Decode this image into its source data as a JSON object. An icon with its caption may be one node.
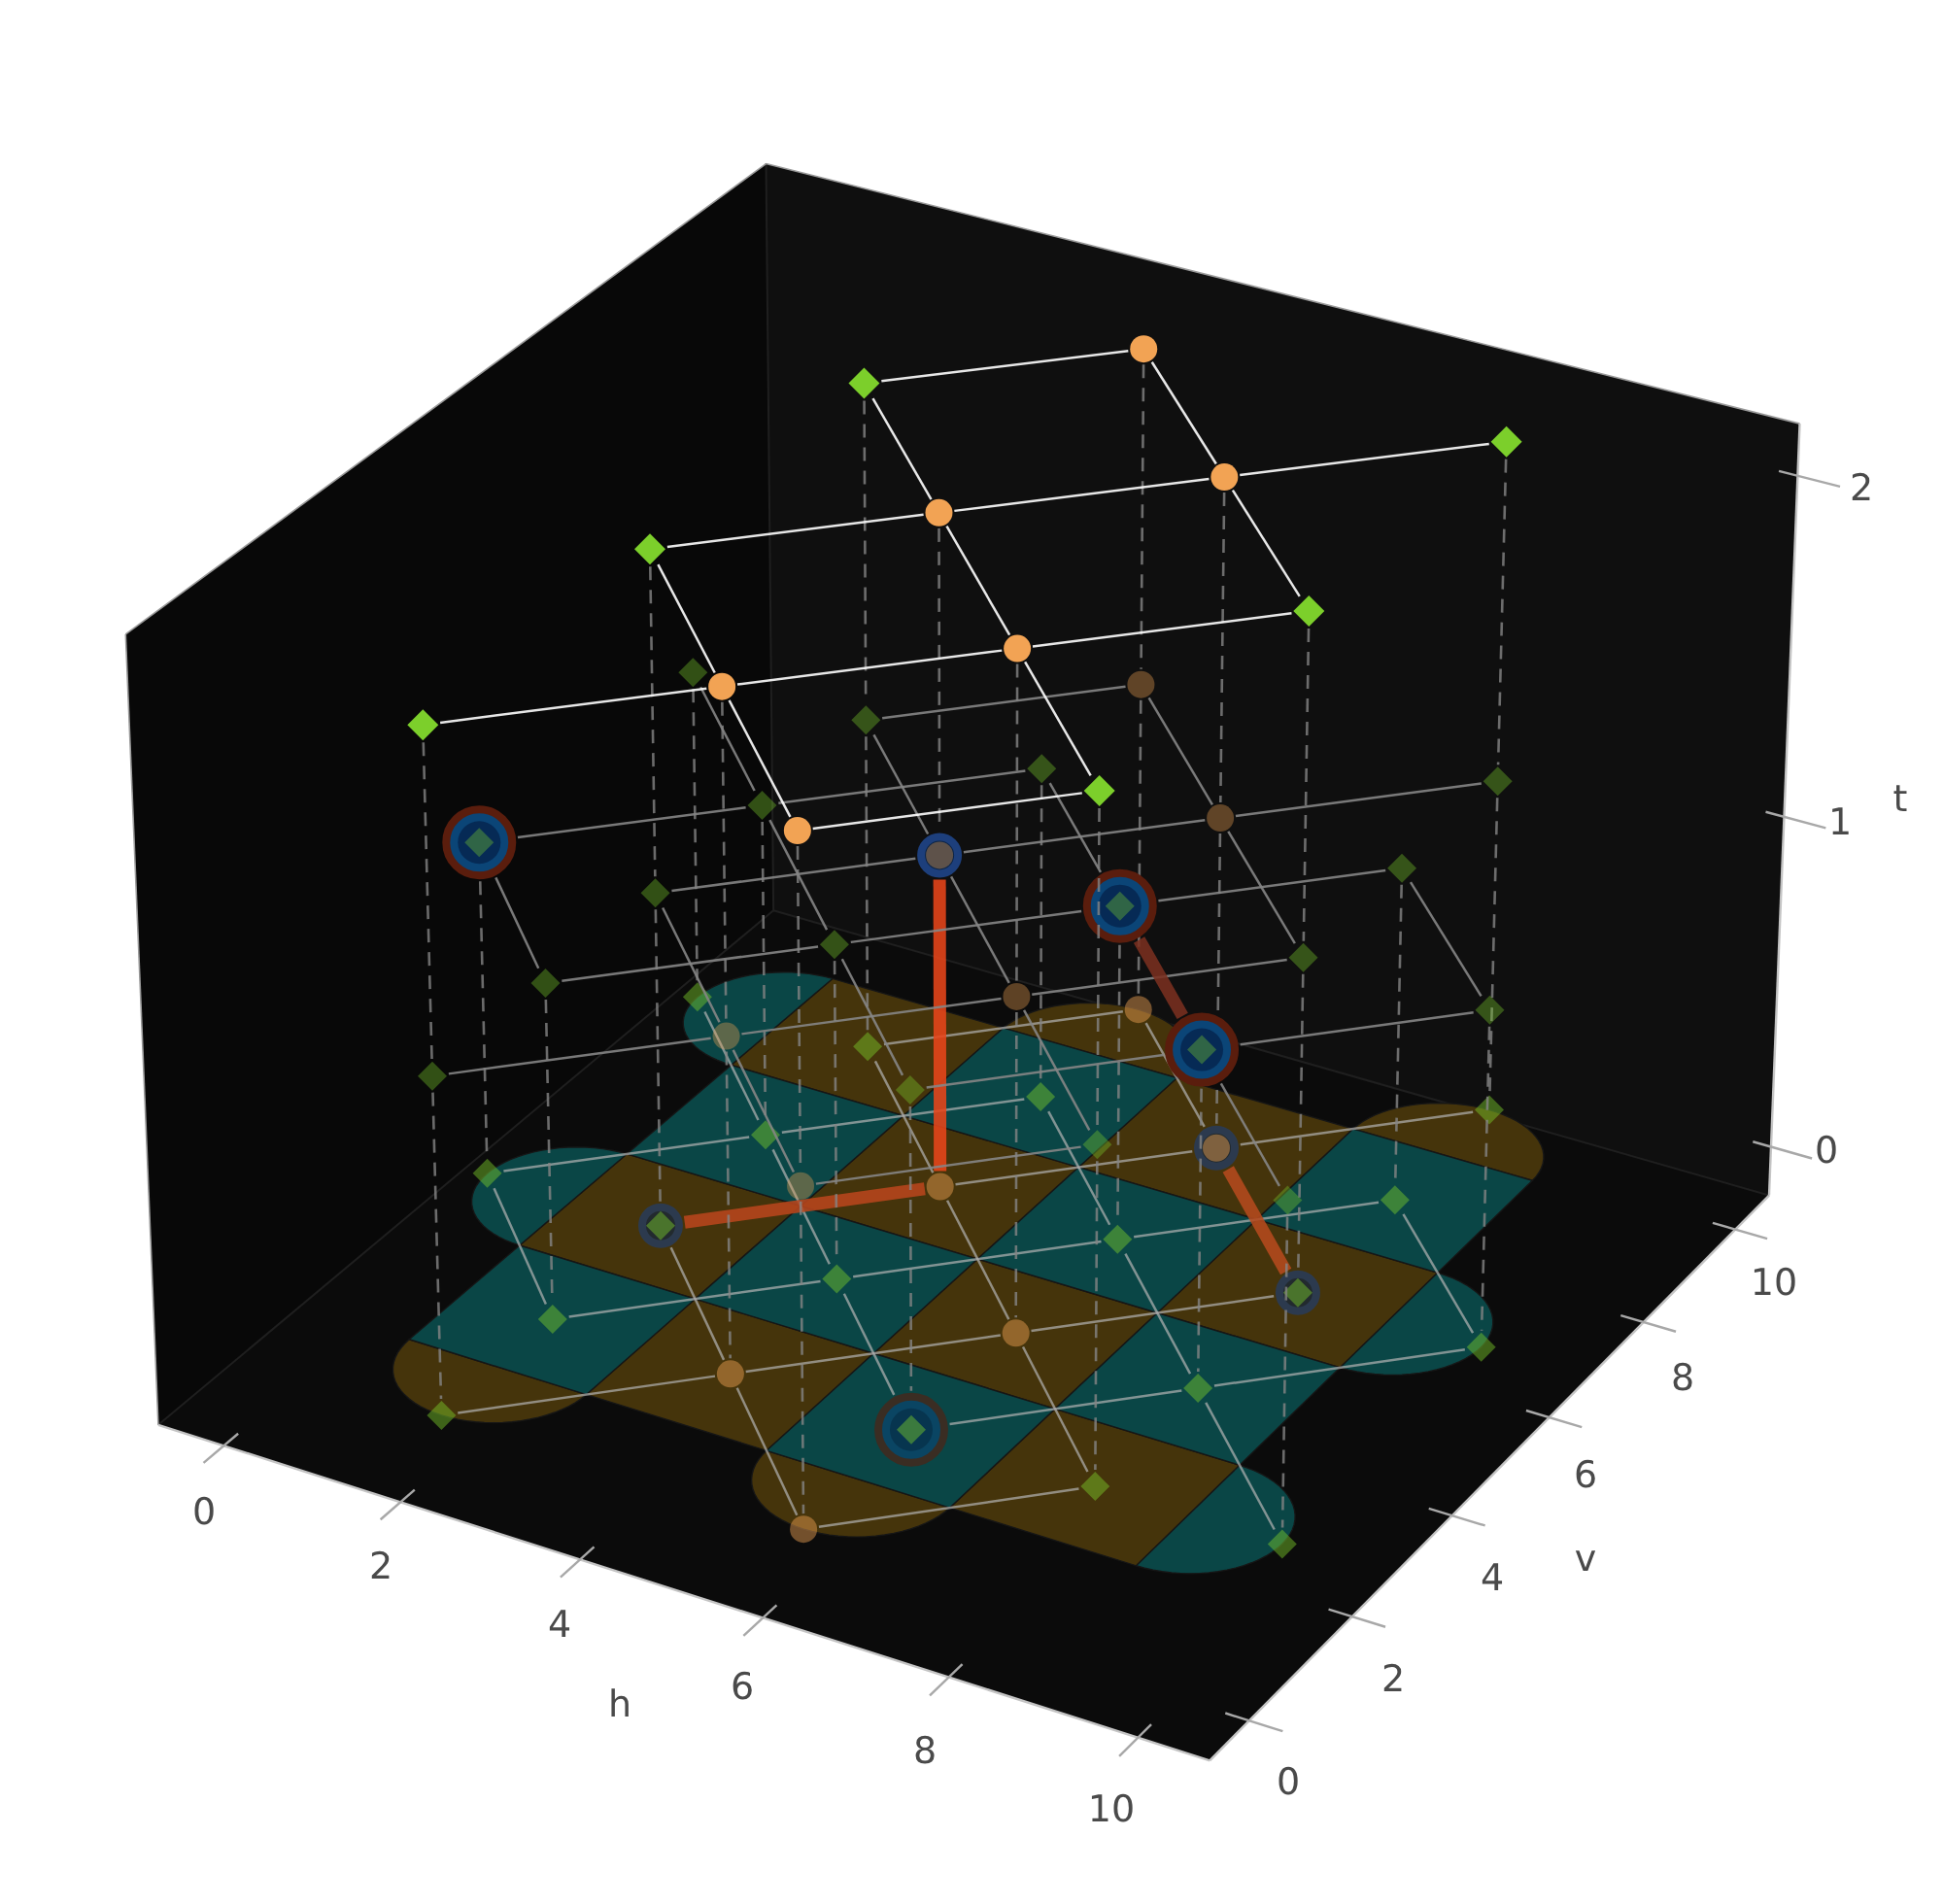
{
  "diagram": {
    "nodes": [
      {
        "text": [],
        "shape": "diamond"
      },
      {
        "text": [],
        "shape": "diamond"
      },
      {
        "text": [],
        "shape": "diamond"
      },
      {
        "text": [],
        "shape": "circle"
      },
      {
        "text": [],
        "shape": "circle"
      },
      {
        "text": [],
        "shape": "circle"
      },
      {
        "text": [],
        "shape": "circle"
      },
      {
        "text": [],
        "shape": "circle"
      },
      {
        "text": [],
        "shape": "circle"
      },
      {
        "text": [],
        "shape": "diamond"
      },
      {
        "text": [],
        "shape": "diamond"
      },
      {
        "text": [],
        "shape": "diamond"
      },
      {
        "text": [],
        "shape": "diamond"
      },
      {
        "text": [],
        "shape": "diamond"
      },
      {
        "text": [],
        "shape": "diamond"
      },
      {
        "text": [],
        "shape": "circle"
      },
      {
        "text": [],
        "shape": "circle"
      },
      {
        "text": [],
        "shape": "circle"
      },
      {
        "text": [],
        "shape": "circle"
      },
      {
        "text": [],
        "shape": "circle"
      },
      {
        "text": [],
        "shape": "circle"
      },
      {
        "text": [],
        "shape": "diamond"
      },
      {
        "text": [],
        "shape": "diamond"
      },
      {
        "text": [],
        "shape": "diamond"
      },
      {
        "text": [],
        "shape": "diamond"
      },
      {
        "text": [],
        "shape": "diamond"
      },
      {
        "text": [],
        "shape": "diamond"
      },
      {
        "text": [],
        "shape": "diamond"
      },
      {
        "text": [],
        "shape": "diamond"
      },
      {
        "text": [],
        "shape": "diamond"
      },
      {
        "text": [],
        "shape": "diamond"
      },
      {
        "text": [],
        "shape": "diamond"
      },
      {
        "text": [],
        "shape": "diamond"
      },
      {
        "text": [],
        "shape": "diamond"
      },
      {
        "text": [],
        "shape": "diamond"
      },
      {
        "text": [],
        "shape": "diamond"
      },
      {
        "text": [],
        "shape": "diamond"
      },
      {
        "text": [],
        "shape": "diamond"
      },
      {
        "text": [],
        "shape": "diamond"
      },
      {
        "text": [],
        "shape": "circle"
      },
      {
        "text": [],
        "shape": "circle"
      },
      {
        "text": [],
        "shape": "circle"
      },
      {
        "text": [],
        "shape": "circle"
      },
      {
        "text": [],
        "shape": "circle"
      },
      {
        "text": [],
        "shape": "circle"
      },
      {
        "text": [],
        "shape": "diamond"
      },
      {
        "text": [],
        "shape": "diamond"
      },
      {
        "text": [],
        "shape": "diamond"
      },
      {
        "text": [],
        "shape": "diamond"
      },
      {
        "text": [],
        "shape": "diamond"
      },
      {
        "text": [],
        "shape": "diamond"
      },
      {
        "text": [],
        "shape": "diamond"
      },
      {
        "text": [],
        "shape": "diamond"
      },
      {
        "text": [],
        "shape": "diamond"
      },
      {
        "text": [],
        "shape": "diamond"
      },
      {
        "text": [],
        "shape": "diamond"
      },
      {
        "text": [],
        "shape": "diamond"
      },
      {
        "text": [],
        "shape": "diamond"
      },
      {
        "text": [],
        "shape": "diamond"
      },
      {
        "text": [],
        "shape": "diamond"
      }
    ],
    "edges": [
      {
        "from": 0,
        "to": 3,
        "arrow": "none",
        "color": "#ffffff"
      },
      {
        "from": 3,
        "to": 6,
        "arrow": "none",
        "color": "#ffffff"
      },
      {
        "from": 6,
        "to": 9,
        "arrow": "none",
        "color": "#ffffff"
      },
      {
        "from": 1,
        "to": 3,
        "arrow": "none",
        "color": "#ffffff"
      },
      {
        "from": 1,
        "to": 4,
        "arrow": "none",
        "color": "#ffffff"
      },
      {
        "from": 2,
        "to": 4,
        "arrow": "none",
        "color": "#ffffff"
      },
      {
        "from": 2,
        "to": 5,
        "arrow": "none",
        "color": "#ffffff"
      },
      {
        "from": 3,
        "to": 7,
        "arrow": "none",
        "color": "#ffffff"
      },
      {
        "from": 4,
        "to": 7,
        "arrow": "none",
        "color": "#ffffff"
      },
      {
        "from": 4,
        "to": 8,
        "arrow": "none",
        "color": "#ffffff"
      },
      {
        "from": 5,
        "to": 8,
        "arrow": "none",
        "color": "#ffffff"
      },
      {
        "from": 7,
        "to": 9,
        "arrow": "none",
        "color": "#ffffff"
      },
      {
        "from": 7,
        "to": 10,
        "arrow": "none",
        "color": "#ffffff"
      },
      {
        "from": 8,
        "to": 10,
        "arrow": "none",
        "color": "#ffffff"
      },
      {
        "from": 8,
        "to": 11,
        "arrow": "none",
        "color": "#ffffff"
      },
      {
        "from": 12,
        "to": 15,
        "arrow": "none"
      },
      {
        "from": 15,
        "to": 18,
        "arrow": "none"
      },
      {
        "from": 18,
        "to": 21,
        "arrow": "none"
      },
      {
        "from": 13,
        "to": 15,
        "arrow": "none"
      },
      {
        "from": 13,
        "to": 16,
        "arrow": "none"
      },
      {
        "from": 14,
        "to": 16,
        "arrow": "none"
      },
      {
        "from": 14,
        "to": 17,
        "arrow": "none"
      },
      {
        "from": 15,
        "to": 19,
        "arrow": "none"
      },
      {
        "from": 16,
        "to": 19,
        "arrow": "none"
      },
      {
        "from": 16,
        "to": 20,
        "arrow": "none"
      },
      {
        "from": 17,
        "to": 20,
        "arrow": "none"
      },
      {
        "from": 19,
        "to": 21,
        "arrow": "none"
      },
      {
        "from": 19,
        "to": 22,
        "arrow": "none"
      },
      {
        "from": 20,
        "to": 22,
        "arrow": "none"
      },
      {
        "from": 20,
        "to": 23,
        "arrow": "none"
      },
      {
        "from": 24,
        "to": 26,
        "arrow": "none"
      },
      {
        "from": 24,
        "to": 27,
        "arrow": "none"
      },
      {
        "from": 25,
        "to": 27,
        "arrow": "none"
      },
      {
        "from": 26,
        "to": 28,
        "arrow": "none"
      },
      {
        "from": 27,
        "to": 28,
        "arrow": "none"
      },
      {
        "from": 27,
        "to": 29,
        "arrow": "none"
      },
      {
        "from": 28,
        "to": 30,
        "arrow": "none"
      },
      {
        "from": 28,
        "to": 31,
        "arrow": "none"
      },
      {
        "from": 29,
        "to": 31,
        "arrow": "none"
      },
      {
        "from": 30,
        "to": 32,
        "arrow": "none"
      },
      {
        "from": 31,
        "to": 33,
        "arrow": "none"
      },
      {
        "from": 32,
        "to": 34,
        "arrow": "none"
      },
      {
        "from": 32,
        "to": 35,
        "arrow": "none"
      },
      {
        "from": 33,
        "to": 35,
        "arrow": "none"
      },
      {
        "from": 36,
        "to": 39,
        "arrow": "none",
        "color": "#b3b3b3"
      },
      {
        "from": 39,
        "to": 42,
        "arrow": "none",
        "color": "#b3b3b3"
      },
      {
        "from": 42,
        "to": 45,
        "arrow": "none",
        "color": "#b3b3b3"
      },
      {
        "from": 37,
        "to": 39,
        "arrow": "none",
        "color": "#b3b3b3"
      },
      {
        "from": 38,
        "to": 40,
        "arrow": "none",
        "color": "#b3b3b3"
      },
      {
        "from": 38,
        "to": 41,
        "arrow": "none",
        "color": "#b3b3b3"
      },
      {
        "from": 39,
        "to": 43,
        "arrow": "none",
        "color": "#b3b3b3"
      },
      {
        "from": 40,
        "to": 43,
        "arrow": "none",
        "color": "#b3b3b3"
      },
      {
        "from": 40,
        "to": 44,
        "arrow": "none",
        "color": "#b3b3b3"
      },
      {
        "from": 41,
        "to": 44,
        "arrow": "none",
        "color": "#b3b3b3"
      },
      {
        "from": 43,
        "to": 45,
        "arrow": "none",
        "color": "#b3b3b3"
      },
      {
        "from": 43,
        "to": 46,
        "arrow": "none",
        "color": "#b3b3b3"
      },
      {
        "from": 44,
        "to": 47,
        "arrow": "none",
        "color": "#b3b3b3"
      },
      {
        "from": 48,
        "to": 50,
        "arrow": "none",
        "color": "#b3b3b3"
      },
      {
        "from": 48,
        "to": 51,
        "arrow": "none",
        "color": "#b3b3b3"
      },
      {
        "from": 49,
        "to": 51,
        "arrow": "none",
        "color": "#b3b3b3"
      },
      {
        "from": 50,
        "to": 52,
        "arrow": "none",
        "color": "#b3b3b3"
      },
      {
        "from": 51,
        "to": 52,
        "arrow": "none",
        "color": "#b3b3b3"
      },
      {
        "from": 51,
        "to": 53,
        "arrow": "none",
        "color": "#b3b3b3"
      },
      {
        "from": 52,
        "to": 54,
        "arrow": "none",
        "color": "#b3b3b3"
      },
      {
        "from": 52,
        "to": 55,
        "arrow": "none",
        "color": "#b3b3b3"
      },
      {
        "from": 53,
        "to": 55,
        "arrow": "none",
        "color": "#b3b3b3"
      },
      {
        "from": 54,
        "to": 56,
        "arrow": "none",
        "color": "#b3b3b3"
      },
      {
        "from": 55,
        "to": 56,
        "arrow": "none",
        "color": "#b3b3b3"
      },
      {
        "from": 55,
        "to": 57,
        "arrow": "none",
        "color": "#b3b3b3"
      },
      {
        "from": 56,
        "to": 58,
        "arrow": "none",
        "color": "#b3b3b3"
      },
      {
        "from": 56,
        "to": 59,
        "arrow": "none",
        "color": "#b3b3b3"
      },
      {
        "from": 57,
        "to": 59,
        "arrow": "none",
        "color": "#b3b3b3"
      },
      {
        "from": 0,
        "to": 12,
        "arrow": "none",
        "style": "dashed"
      },
      {
        "from": 1,
        "to": 13,
        "arrow": "none",
        "style": "dashed"
      },
      {
        "from": 2,
        "to": 14,
        "arrow": "none",
        "style": "dashed"
      },
      {
        "from": 3,
        "to": 15,
        "arrow": "none",
        "style": "dashed"
      },
      {
        "from": 4,
        "to": 16,
        "arrow": "none",
        "style": "dashed"
      },
      {
        "from": 5,
        "to": 17,
        "arrow": "none",
        "style": "dashed"
      },
      {
        "from": 6,
        "to": 18,
        "arrow": "none",
        "style": "dashed"
      },
      {
        "from": 7,
        "to": 19,
        "arrow": "none",
        "style": "dashed"
      },
      {
        "from": 8,
        "to": 20,
        "arrow": "none",
        "style": "dashed"
      },
      {
        "from": 9,
        "to": 21,
        "arrow": "none",
        "style": "dashed"
      },
      {
        "from": 10,
        "to": 22,
        "arrow": "none",
        "style": "dashed"
      },
      {
        "from": 11,
        "to": 23,
        "arrow": "none",
        "style": "dashed"
      },
      {
        "from": 12,
        "to": 36,
        "arrow": "none",
        "style": "dashed"
      },
      {
        "from": 13,
        "to": 37,
        "arrow": "none",
        "style": "dashed"
      },
      {
        "from": 14,
        "to": 38,
        "arrow": "none",
        "style": "dashed"
      },
      {
        "from": 15,
        "to": 39,
        "arrow": "none",
        "style": "dashed"
      },
      {
        "from": 17,
        "to": 41,
        "arrow": "none",
        "style": "dashed"
      },
      {
        "from": 18,
        "to": 42,
        "arrow": "none",
        "style": "dashed"
      },
      {
        "from": 19,
        "to": 43,
        "arrow": "none",
        "style": "dashed"
      },
      {
        "from": 20,
        "to": 44,
        "arrow": "none",
        "style": "dashed"
      },
      {
        "from": 21,
        "to": 45,
        "arrow": "none",
        "style": "dashed"
      },
      {
        "from": 22,
        "to": 46,
        "arrow": "none",
        "style": "dashed"
      },
      {
        "from": 23,
        "to": 47,
        "arrow": "none",
        "style": "dashed"
      },
      {
        "from": 24,
        "to": 48,
        "arrow": "none",
        "style": "dashed"
      },
      {
        "from": 25,
        "to": 49,
        "arrow": "none",
        "style": "dashed"
      },
      {
        "from": 26,
        "to": 50,
        "arrow": "none",
        "style": "dashed"
      },
      {
        "from": 27,
        "to": 51,
        "arrow": "none",
        "style": "dashed"
      },
      {
        "from": 28,
        "to": 52,
        "arrow": "none",
        "style": "dashed"
      },
      {
        "from": 29,
        "to": 53,
        "arrow": "none",
        "style": "dashed"
      },
      {
        "from": 30,
        "to": 54,
        "arrow": "none",
        "style": "dashed"
      },
      {
        "from": 31,
        "to": 55,
        "arrow": "none",
        "style": "dashed"
      },
      {
        "from": 32,
        "to": 56,
        "arrow": "none",
        "style": "dashed"
      },
      {
        "from": 33,
        "to": 57,
        "arrow": "none",
        "style": "dashed"
      },
      {
        "from": 34,
        "to": 58,
        "arrow": "none",
        "style": "dashed"
      },
      {
        "from": 35,
        "to": 59,
        "arrow": "none",
        "style": "dashed"
      },
      {
        "from": 16,
        "to": 40,
        "arrow": "none",
        "style": "thick",
        "color": "#e8461a"
      },
      {
        "from": 40,
        "to": 37,
        "arrow": "none",
        "style": "thick",
        "color": "#b8461c"
      },
      {
        "from": 44,
        "to": 46,
        "arrow": "none",
        "style": "thick",
        "color": "#b54a1e"
      },
      {
        "from": 31,
        "to": 32,
        "arrow": "none",
        "style": "thick",
        "color": "#7a3020"
      }
    ],
    "labels": [
      "0",
      "2",
      "4",
      "6",
      "8",
      "10",
      "h",
      "0",
      "2",
      "4",
      "6",
      "8",
      "10",
      "v",
      "0",
      "1",
      "2",
      "t"
    ]
  }
}
